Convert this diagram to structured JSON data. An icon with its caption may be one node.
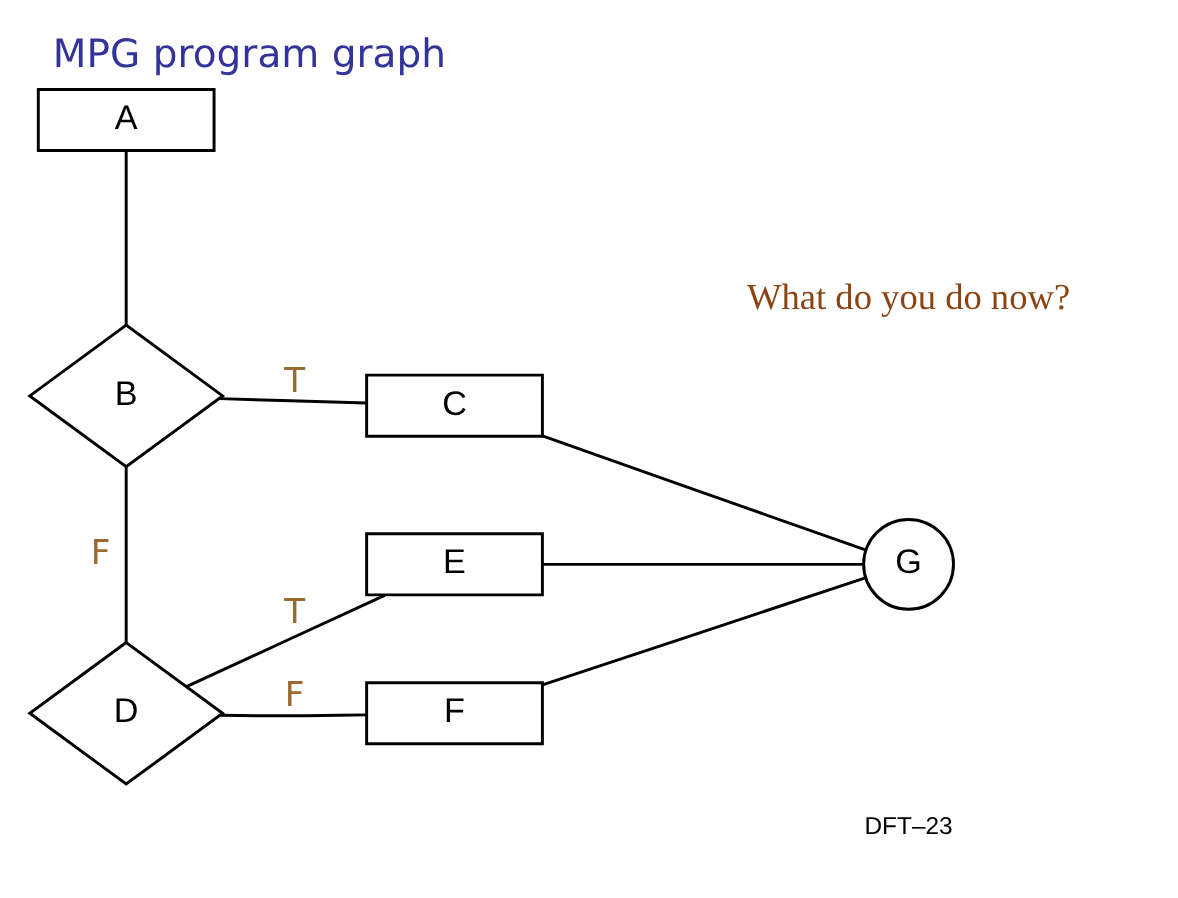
{
  "diagram": {
    "title": "MPG program graph",
    "nodes": [
      {
        "text": [
          "A"
        ]
      },
      {
        "text": [
          "B"
        ]
      },
      {
        "text": [
          "C"
        ]
      },
      {
        "text": [
          "D"
        ]
      },
      {
        "text": [
          "E"
        ]
      },
      {
        "text": [
          "F"
        ]
      },
      {
        "text": [
          "G"
        ]
      }
    ],
    "edges": [
      {
        "from": 0,
        "to": 1,
        "arrow": "none"
      },
      {
        "from": 1,
        "to": 2,
        "arrow": "none",
        "label": "T"
      },
      {
        "from": 1,
        "to": 3,
        "arrow": "none",
        "label": "F"
      },
      {
        "from": 3,
        "to": 4,
        "arrow": "none",
        "label": "T"
      },
      {
        "from": 3,
        "to": 5,
        "arrow": "none",
        "label": "F"
      },
      {
        "from": 2,
        "to": 6,
        "arrow": "none"
      },
      {
        "from": 4,
        "to": 6,
        "arrow": "none"
      },
      {
        "from": 5,
        "to": 6,
        "arrow": "none"
      }
    ],
    "labels": [
      "What do you do now?",
      "DFT–23"
    ]
  }
}
